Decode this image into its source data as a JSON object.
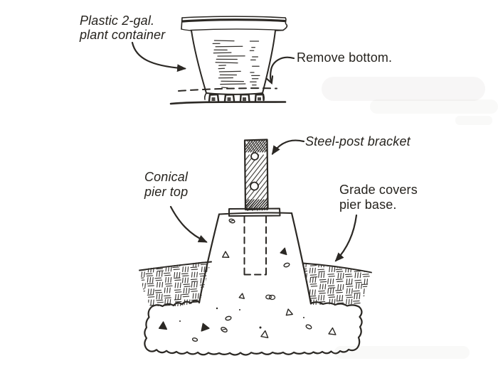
{
  "figure": {
    "type": "hand-drawn construction illustration",
    "ink": "#2b2824",
    "background": "#ffffff",
    "labels": {
      "plant_container": "Plastic 2-gal.\nplant container",
      "remove_bottom": "Remove bottom.",
      "steel_post_bracket": "Steel-post bracket",
      "conical_pier_top": "Conical\npier top",
      "grade_covers_pier_base": "Grade covers\npier base."
    }
  }
}
